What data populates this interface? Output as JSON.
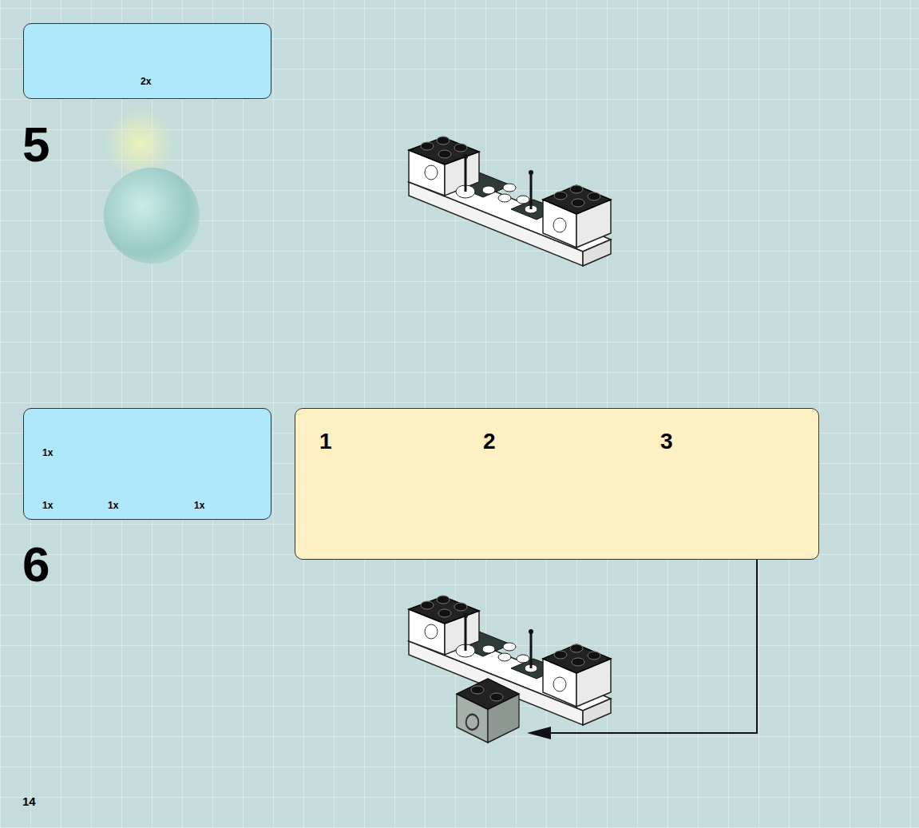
{
  "diagram": {
    "nodes": [
      {
        "text": [
          "2x"
        ]
      },
      {
        "text": [
          "1x",
          "1x",
          "1x",
          "1x"
        ]
      },
      {
        "text": [
          "1",
          "2",
          "3"
        ]
      }
    ],
    "labels": [
      "5",
      "6",
      "14"
    ]
  }
}
